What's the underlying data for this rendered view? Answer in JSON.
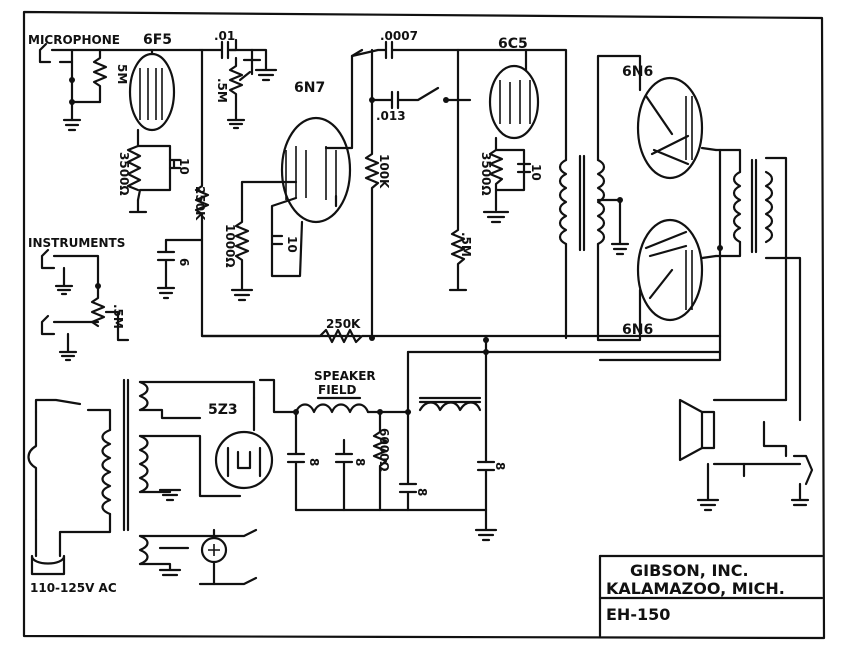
{
  "labels": {
    "microphone": "MICROPHONE",
    "instruments": "INSTRUMENTS",
    "tube_6f5": "6F5",
    "tube_6n7": "6N7",
    "tube_6c5": "6C5",
    "tube_6n6_top": "6N6",
    "tube_6n6_bottom": "6N6",
    "tube_5z3": "5Z3",
    "cap_01": ".01",
    "cap_0007": ".0007",
    "cap_013": ".013",
    "pot_5m_top": ".5M",
    "res_5m_in": "5M",
    "res_250k_mid": "250K",
    "res_250k_fb": "250K",
    "res_3500_1": "3500Ω",
    "res_3500_2": "3500Ω",
    "cap_10_1": "10",
    "cap_10_2": "10",
    "cap_10_3": "10",
    "res_1000": "1000Ω",
    "res_100k": "100K",
    "res_5m_grid": ".5M",
    "pot_5m_inst": ".5M",
    "cap_6": "6",
    "speaker_field": "SPEAKER\nFIELD",
    "speaker_field_l1": "SPEAKER",
    "speaker_field_l2": "FIELD",
    "res_6000": "6000Ω",
    "cap_8_1": "8",
    "cap_8_2": "8",
    "cap_8_3": "8",
    "cap_8_4": "8",
    "mains": "110-125V AC"
  },
  "title_block": {
    "company": "GIBSON, INC.",
    "city": "KALAMAZOO, MICH.",
    "model": "EH-150"
  }
}
